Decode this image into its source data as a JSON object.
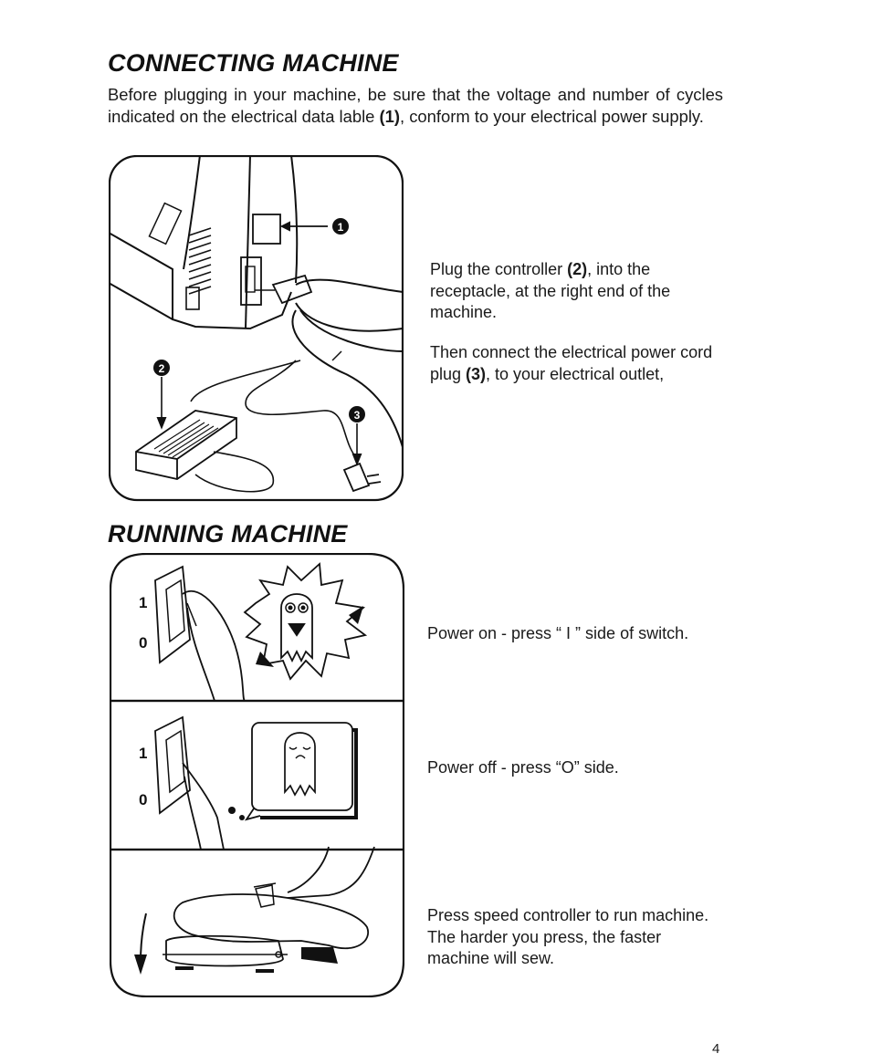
{
  "section1": {
    "heading": "CONNECTING MACHINE",
    "intro": {
      "part1": "Before plugging in your machine, be sure that the voltage and number of cycles indicated on the electrical data lable ",
      "ref": "(1)",
      "part2": ", conform to your electrical power supply."
    },
    "plug_text": {
      "part1": "Plug the controller ",
      "ref": "(2)",
      "part2": ", into the receptacle, at the right end of the machine."
    },
    "cord_text": {
      "part1": "Then connect the electrical power cord plug ",
      "ref": "(3)",
      "part2": ", to your electrical outlet,"
    },
    "figure_callouts": [
      "1",
      "2",
      "3"
    ]
  },
  "section2": {
    "heading": "RUNNING MACHINE",
    "switch_labels": {
      "on": "1",
      "off": "0"
    },
    "steps": [
      {
        "text": "Power on - press “ I ” side of switch."
      },
      {
        "text": "Power off - press “O” side."
      },
      {
        "line1": "Press speed controller to run machine.",
        "line2": "The harder you press, the faster",
        "line3": "machine will sew."
      }
    ]
  },
  "page_number": "4"
}
